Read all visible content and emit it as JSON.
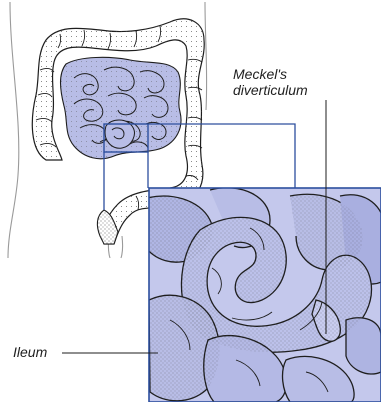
{
  "labels": {
    "meckel_line1": "Meckel's",
    "meckel_line2": "diverticulum",
    "ileum": "Ileum"
  },
  "colors": {
    "outline": "#1e1e1e",
    "bowel_fill": "#b8bde6",
    "bowel_shadow": "#7f86c9",
    "inset_bg": "#c4c8ec",
    "inset_border": "#2d4f9e",
    "connector": "#2d4f9e",
    "stipple": "#5a5a5a"
  }
}
